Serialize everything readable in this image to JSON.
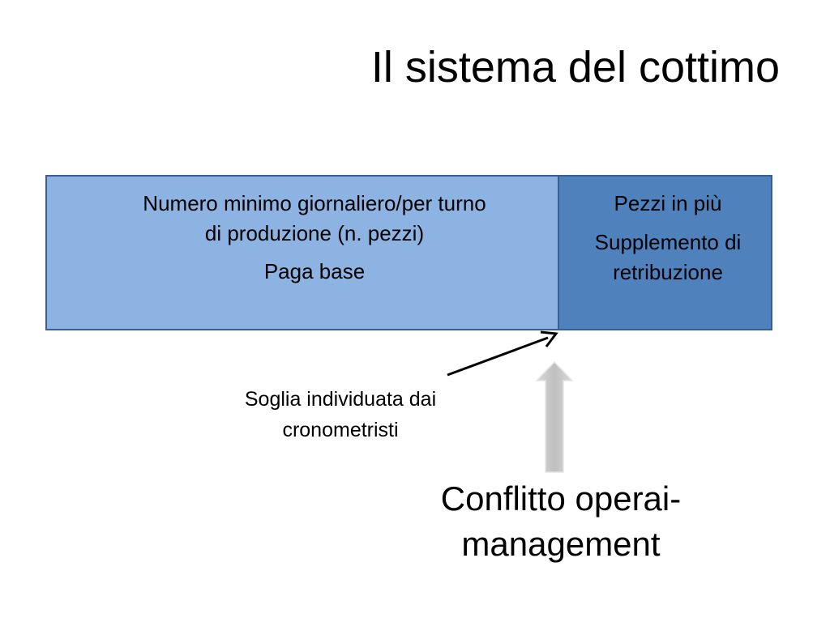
{
  "slide": {
    "title": "Il sistema del cottimo"
  },
  "bar": {
    "base_segment": {
      "line1": "Numero minimo giornaliero/per turno",
      "line2": "di produzione (n. pezzi)",
      "line3": "Paga base",
      "color": "#8db3e2"
    },
    "extra_segment": {
      "line1": "Pezzi in più",
      "line2": "Supplemento di",
      "line3": "retribuzione",
      "color": "#4f81bd"
    },
    "border_color": "#3a5f8f"
  },
  "annotations": {
    "threshold_label": {
      "line1": "Soglia individuata dai",
      "line2": "cronometristi"
    },
    "conflict_label": {
      "line1": "Conflitto operai-",
      "line2": "management"
    },
    "black_arrow_icon": "arrow-up-right",
    "gray_arrow_icon": "block-arrow-up",
    "gray_arrow_color": "#bfbfbf"
  }
}
